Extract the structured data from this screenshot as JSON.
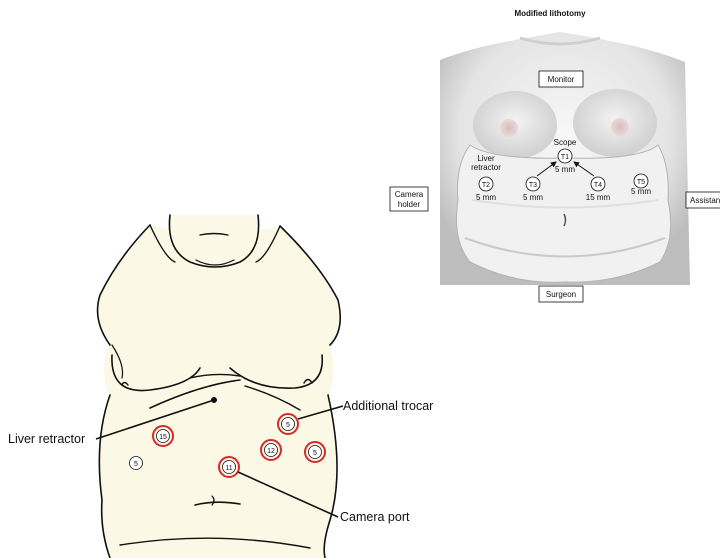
{
  "top_figure": {
    "title": "Modified lithotomy",
    "positions": {
      "monitor": "Monitor",
      "camera_holder_line1": "Camera",
      "camera_holder_line2": "holder",
      "assistant": "Assistant",
      "surgeon": "Surgeon"
    },
    "labels": {
      "scope": "Scope",
      "liver_retractor_line1": "Liver",
      "liver_retractor_line2": "retractor"
    },
    "trocars": [
      {
        "id": "T1",
        "size": "5 mm"
      },
      {
        "id": "T2",
        "size": "5 mm"
      },
      {
        "id": "T3",
        "size": "5 mm"
      },
      {
        "id": "T4",
        "size": "15 mm"
      },
      {
        "id": "T5",
        "size": "5 mm"
      }
    ]
  },
  "bottom_figure": {
    "callouts": {
      "additional_trocar": "Additional trocar",
      "liver_retractor": "Liver retractor",
      "camera_port": "Camera port"
    },
    "ports": [
      {
        "label": "15",
        "ring": "red"
      },
      {
        "label": "5",
        "ring": "none"
      },
      {
        "label": "11",
        "ring": "red"
      },
      {
        "label": "12",
        "ring": "red"
      },
      {
        "label": "5",
        "ring": "red"
      },
      {
        "label": "5",
        "ring": "red"
      }
    ]
  },
  "colors": {
    "ring": "#d62a2a",
    "body_fill": "#fcf8e6",
    "torso_shade": "#e9e9e9"
  }
}
